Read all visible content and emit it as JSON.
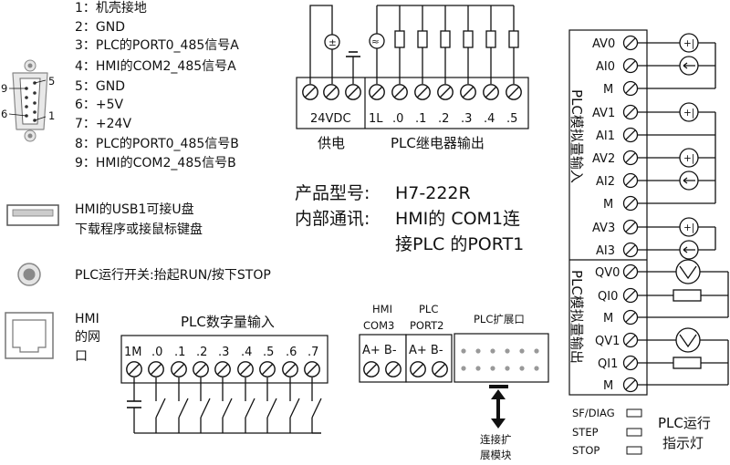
{
  "pin_list": [
    "1：机壳接地",
    "2：GND",
    "3：PLC的PORT0_485信号A",
    "4：HMI的COM2_485信号A",
    "5：GND",
    "6：+5V",
    "7：+24V",
    "8：PLC的PORT0_485信号B",
    "9：HMI的COM2_485信号B"
  ],
  "db9": {
    "n1": "1",
    "n5": "5",
    "n6": "6",
    "n9": "9"
  },
  "usb_text": [
    "HMI的USB1可接U盘",
    "下载程序或接鼠标键盘"
  ],
  "run_switch_text": "PLC运行开关:抬起RUN/按下STOP",
  "hmi_port_text": [
    "HMI",
    "的网",
    "口"
  ],
  "power": {
    "terminal_label": "24VDC",
    "caption": "供电"
  },
  "relay": {
    "labels": [
      "1L",
      ".0",
      ".1",
      ".2",
      ".3",
      ".4",
      ".5"
    ],
    "caption": "PLC继电器输出"
  },
  "product": {
    "model_label": "产品型号:",
    "model_value": "H7-222R",
    "comm_label": "内部通讯:",
    "comm_value_1": "HMI的 COM1连",
    "comm_value_2": "接PLC 的PORT1"
  },
  "digital_input": {
    "title": "PLC数字量输入",
    "labels": [
      "1M",
      ".0",
      ".1",
      ".2",
      ".3",
      ".4",
      ".5",
      ".6",
      ".7"
    ]
  },
  "hmi_com3": {
    "line1": "HMI",
    "line2": "COM3",
    "ab": "A+ B-"
  },
  "plc_port2": {
    "line1": "PLC",
    "line2": "PORT2",
    "ab": "A+ B-"
  },
  "expansion": {
    "title": "PLC扩展口",
    "caption_1": "连接扩",
    "caption_2": "展模块"
  },
  "analog_input": {
    "labels": [
      "AV0",
      "AI0",
      "M",
      "AV1",
      "AI1",
      "AV2",
      "AI2",
      "M",
      "AV3",
      "AI3"
    ],
    "caption": "PLC模拟量输入"
  },
  "analog_output": {
    "labels": [
      "QV0",
      "QI0",
      "M",
      "QV1",
      "QI1",
      "M"
    ],
    "caption": "PLC模拟量输出"
  },
  "leds": {
    "labels": [
      "SF/DIAG",
      "STEP",
      "STOP"
    ],
    "caption_1": "PLC运行",
    "caption_2": "指示灯"
  }
}
